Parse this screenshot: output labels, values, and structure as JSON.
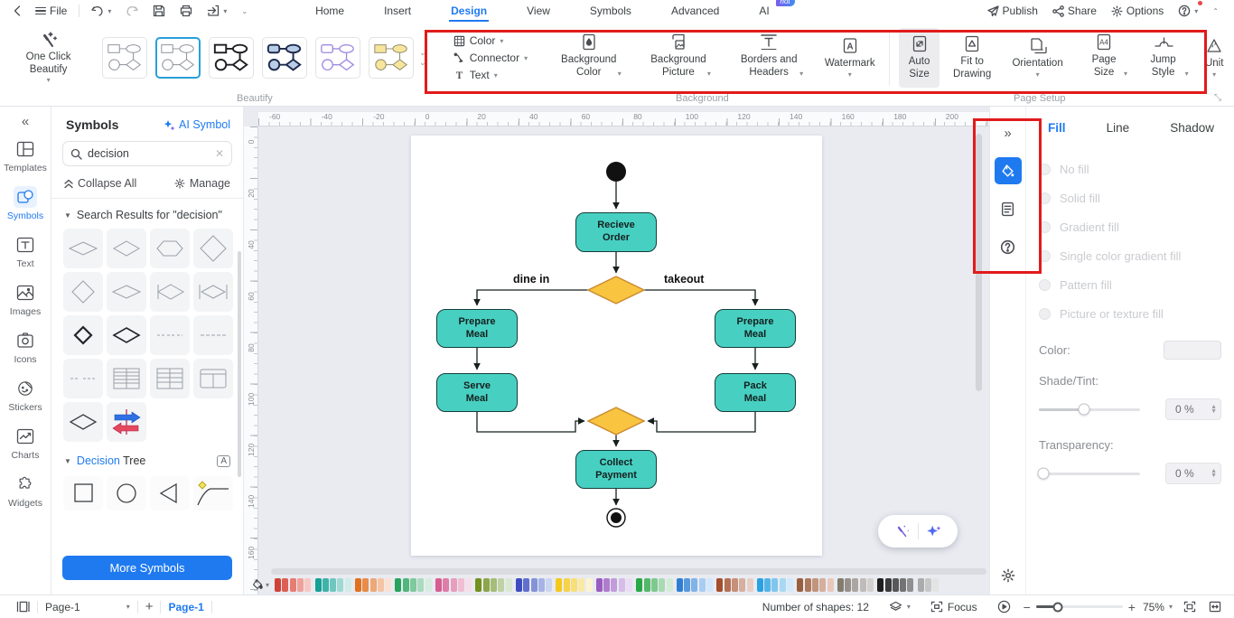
{
  "titlebar": {
    "file_label": "File",
    "tabs": [
      {
        "label": "Home"
      },
      {
        "label": "Insert"
      },
      {
        "label": "Design"
      },
      {
        "label": "View"
      },
      {
        "label": "Symbols"
      },
      {
        "label": "Advanced"
      },
      {
        "label": "AI",
        "badge": "hot"
      }
    ],
    "publish_label": "Publish",
    "share_label": "Share",
    "options_label": "Options"
  },
  "ribbon": {
    "one_click_beautify_label": "One Click Beautify",
    "beautify_styles": [
      "outline",
      "outline-selected",
      "bold-black",
      "blue-filled",
      "purple-outline",
      "yellow-filled"
    ],
    "beautify_group_label": "Beautify",
    "color_label": "Color",
    "connector_label": "Connector",
    "text_label": "Text",
    "background_color_label": "Background\nColor",
    "background_picture_label": "Background\nPicture",
    "borders_headers_label": "Borders and\nHeaders",
    "watermark_label": "Watermark",
    "background_group_label": "Background",
    "auto_size_label": "Auto\nSize",
    "fit_to_drawing_label": "Fit to\nDrawing",
    "orientation_label": "Orientation",
    "page_size_label": "Page\nSize",
    "jump_style_label": "Jump\nStyle",
    "unit_label": "Unit",
    "page_setup_group_label": "Page Setup"
  },
  "sidebar": {
    "items": [
      {
        "label": "Templates"
      },
      {
        "label": "Symbols",
        "active": true
      },
      {
        "label": "Text"
      },
      {
        "label": "Images"
      },
      {
        "label": "Icons"
      },
      {
        "label": "Stickers"
      },
      {
        "label": "Charts"
      },
      {
        "label": "Widgets"
      }
    ]
  },
  "symbols_panel": {
    "title": "Symbols",
    "ai_symbol_label": "AI Symbol",
    "search_value": "decision",
    "collapse_all_label": "Collapse All",
    "manage_label": "Manage",
    "results_header": "Search Results for  \"decision\"",
    "result_shapes": [
      "diamond-wide",
      "diamond-wide-2",
      "hexagon",
      "diamond-large",
      "diamond",
      "diamond-wide-3",
      "decision-bar-left",
      "decision-bar-both",
      "diamond-bold-small",
      "diamond-bold-wide",
      "list-item",
      "list-item-2",
      "list-item-3",
      "decision-matrix",
      "decision-matrix-2",
      "decision-table",
      "diamond-wide-4",
      "decision-arrows"
    ],
    "tree_header_highlight": "Decision",
    "tree_header_rest": " Tree",
    "tree_shapes": [
      "square",
      "circle",
      "triangle-left",
      "elbow-connector"
    ],
    "more_symbols_label": "More Symbols"
  },
  "canvas": {
    "ruler_h": [
      "-60",
      "-40",
      "-20",
      "0",
      "20",
      "40",
      "60",
      "80",
      "100",
      "120",
      "140",
      "160",
      "180",
      "200"
    ],
    "ruler_v": [
      "0",
      "20",
      "40",
      "60",
      "80",
      "100",
      "120",
      "140",
      "160"
    ]
  },
  "diagram": {
    "node_fill": "#47d0c2",
    "node_border": "#143d3a",
    "diamond_fill": "#f9c440",
    "diamond_border": "#c98a2e",
    "nodes": [
      {
        "id": "receive-order",
        "label": "Recieve\nOrder"
      },
      {
        "id": "prepare-meal-left",
        "label": "Prepare\nMeal"
      },
      {
        "id": "prepare-meal-right",
        "label": "Prepare\nMeal"
      },
      {
        "id": "serve-meal",
        "label": "Serve\nMeal"
      },
      {
        "id": "pack-meal",
        "label": "Pack\nMeal"
      },
      {
        "id": "collect-payment",
        "label": "Collect\nPayment"
      }
    ],
    "edge_labels": {
      "left": "dine in",
      "right": "takeout"
    }
  },
  "right_panel": {
    "tabs": [
      {
        "label": "Fill",
        "active": true
      },
      {
        "label": "Line"
      },
      {
        "label": "Shadow"
      }
    ],
    "fill_options": [
      "No fill",
      "Solid fill",
      "Gradient fill",
      "Single color gradient fill",
      "Pattern fill",
      "Picture or texture fill"
    ],
    "color_label": "Color:",
    "shade_label": "Shade/Tint:",
    "shade_value": "0 %",
    "transparency_label": "Transparency:",
    "transparency_value": "0 %"
  },
  "statusbar": {
    "page_dropdown_label": "Page-1",
    "page_tab_label": "Page-1",
    "shapes_count_label": "Number of shapes: 12",
    "focus_label": "Focus",
    "zoom_value": "75%"
  },
  "palette": {
    "colors": [
      "#cf4337",
      "#dd5f53",
      "#e67d72",
      "#efa29a",
      "#f7c8c3",
      "#16a195",
      "#3db4a9",
      "#6ec7bf",
      "#9fd9d4",
      "#cfece9",
      "#e0711f",
      "#e78c49",
      "#eda876",
      "#f4c4a4",
      "#fae1d1",
      "#27a35c",
      "#50b67c",
      "#7ec99d",
      "#a9dbbe",
      "#d4edde",
      "#d65f92",
      "#de7ea7",
      "#e79ebc",
      "#efbed2",
      "#f7dee8",
      "#74901f",
      "#8da64b",
      "#a6bc77",
      "#bfd2a3",
      "#d9e8d0",
      "#3e4ec0",
      "#6170cc",
      "#8492d8",
      "#a7b3e4",
      "#cad6f0",
      "#f4c81c",
      "#f6d349",
      "#f8de76",
      "#fae9a3",
      "#fcf4d1",
      "#9a5cc0",
      "#ae7ccd",
      "#c29cda",
      "#d6bce7",
      "#eadcf4",
      "#2aa746",
      "#54b86a",
      "#7ec98e",
      "#a8dab2",
      "#d2ecd6",
      "#2e7fd4",
      "#5799de",
      "#80b3e8",
      "#a9cdf2",
      "#d2e7fb",
      "#a44f2d",
      "#b56f53",
      "#c68f79",
      "#d7af9f",
      "#e8cfc5",
      "#2aa2e2",
      "#54b4e8",
      "#7ec6ee",
      "#a8d8f4",
      "#d2eafa",
      "#99603f",
      "#ad7a5e",
      "#c1947d",
      "#d5ae9c",
      "#e9c8bb",
      "#837b6e",
      "#97908a",
      "#aba5a1",
      "#bfbbb8",
      "#d3d0cf",
      "#1f1f1f",
      "#3b3b3b",
      "#575757",
      "#737373",
      "#8f8f8f",
      "#ababab",
      "#c7c7c7",
      "#e3e3e3"
    ]
  }
}
